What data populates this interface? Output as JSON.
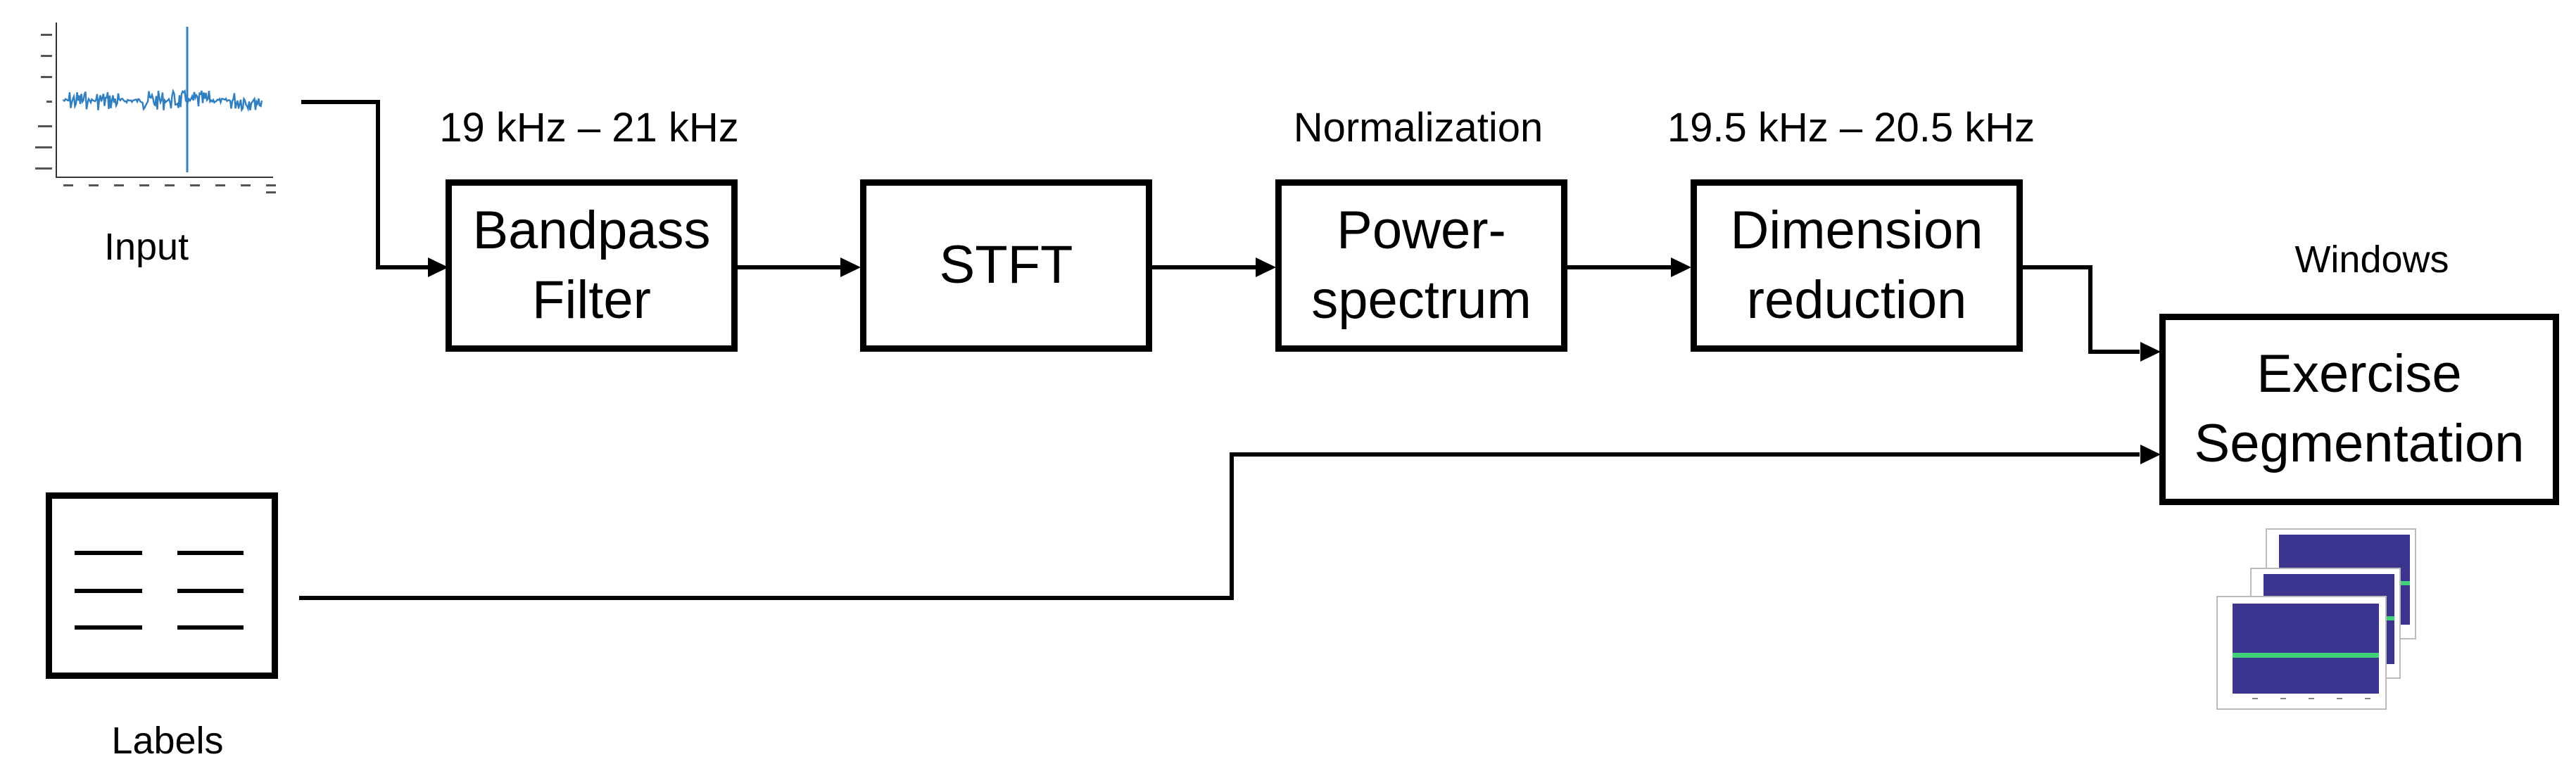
{
  "input_label": "Input",
  "labels_label": "Labels",
  "stages": {
    "bandpass": {
      "lines": [
        "Bandpass",
        "Filter"
      ],
      "caption": "19 kHz – 21 kHz"
    },
    "stft": {
      "lines": [
        "STFT"
      ],
      "caption": ""
    },
    "power": {
      "lines": [
        "Power-",
        "spectrum"
      ],
      "caption": "Normalization"
    },
    "dimension": {
      "lines": [
        "Dimension",
        "reduction"
      ],
      "caption": "19.5 kHz – 20.5 kHz"
    },
    "segmentation": {
      "lines": [
        "Exercise",
        "Segmentation"
      ],
      "caption": "Windows"
    }
  },
  "colors": {
    "signal": "#2f7fc1",
    "spectrogram_bg": "#3b3590",
    "spectrogram_band": "#41d17a"
  },
  "icons": {
    "input": "waveform-plot-icon",
    "labels": "label-list-icon",
    "windows": "spectrogram-stack-icon"
  }
}
